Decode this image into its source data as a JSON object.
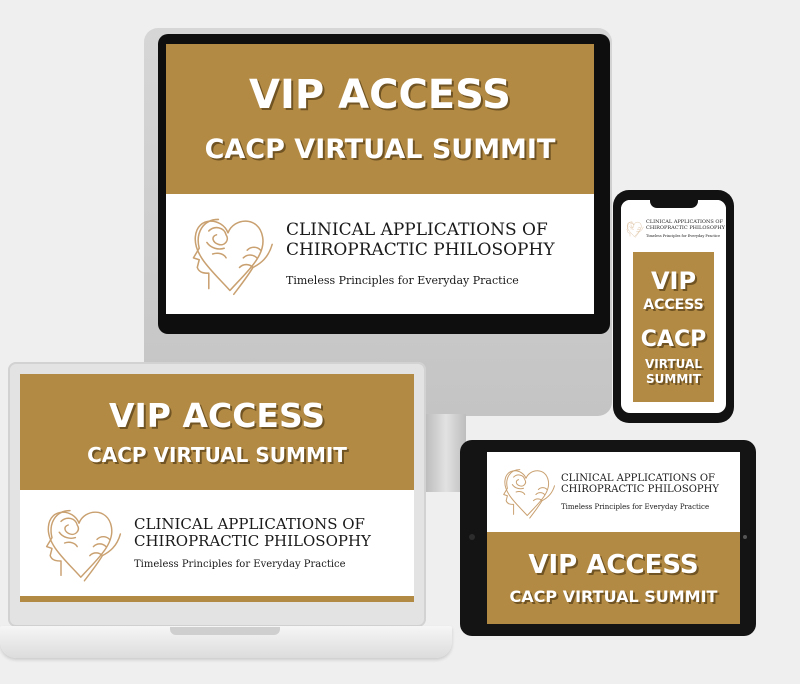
{
  "promo": {
    "vip_line": "VIP ACCESS",
    "summit_line": "CACP VIRTUAL SUMMIT",
    "title_line1": "CLINICAL APPLICATIONS OF",
    "title_line2": "CHIROPRACTIC PHILOSOPHY",
    "tagline": "Timeless Principles for Everyday Practice"
  },
  "phone": {
    "vip": "VIP",
    "access": "ACCESS",
    "cacp": "CACP",
    "virtual": "VIRTUAL",
    "summit": "SUMMIT"
  },
  "colors": {
    "gold": "#b28a44",
    "logo_line": "#c9a070",
    "background": "#efefef"
  },
  "icons": {
    "logo": "head-heart-hand-logo-icon"
  }
}
